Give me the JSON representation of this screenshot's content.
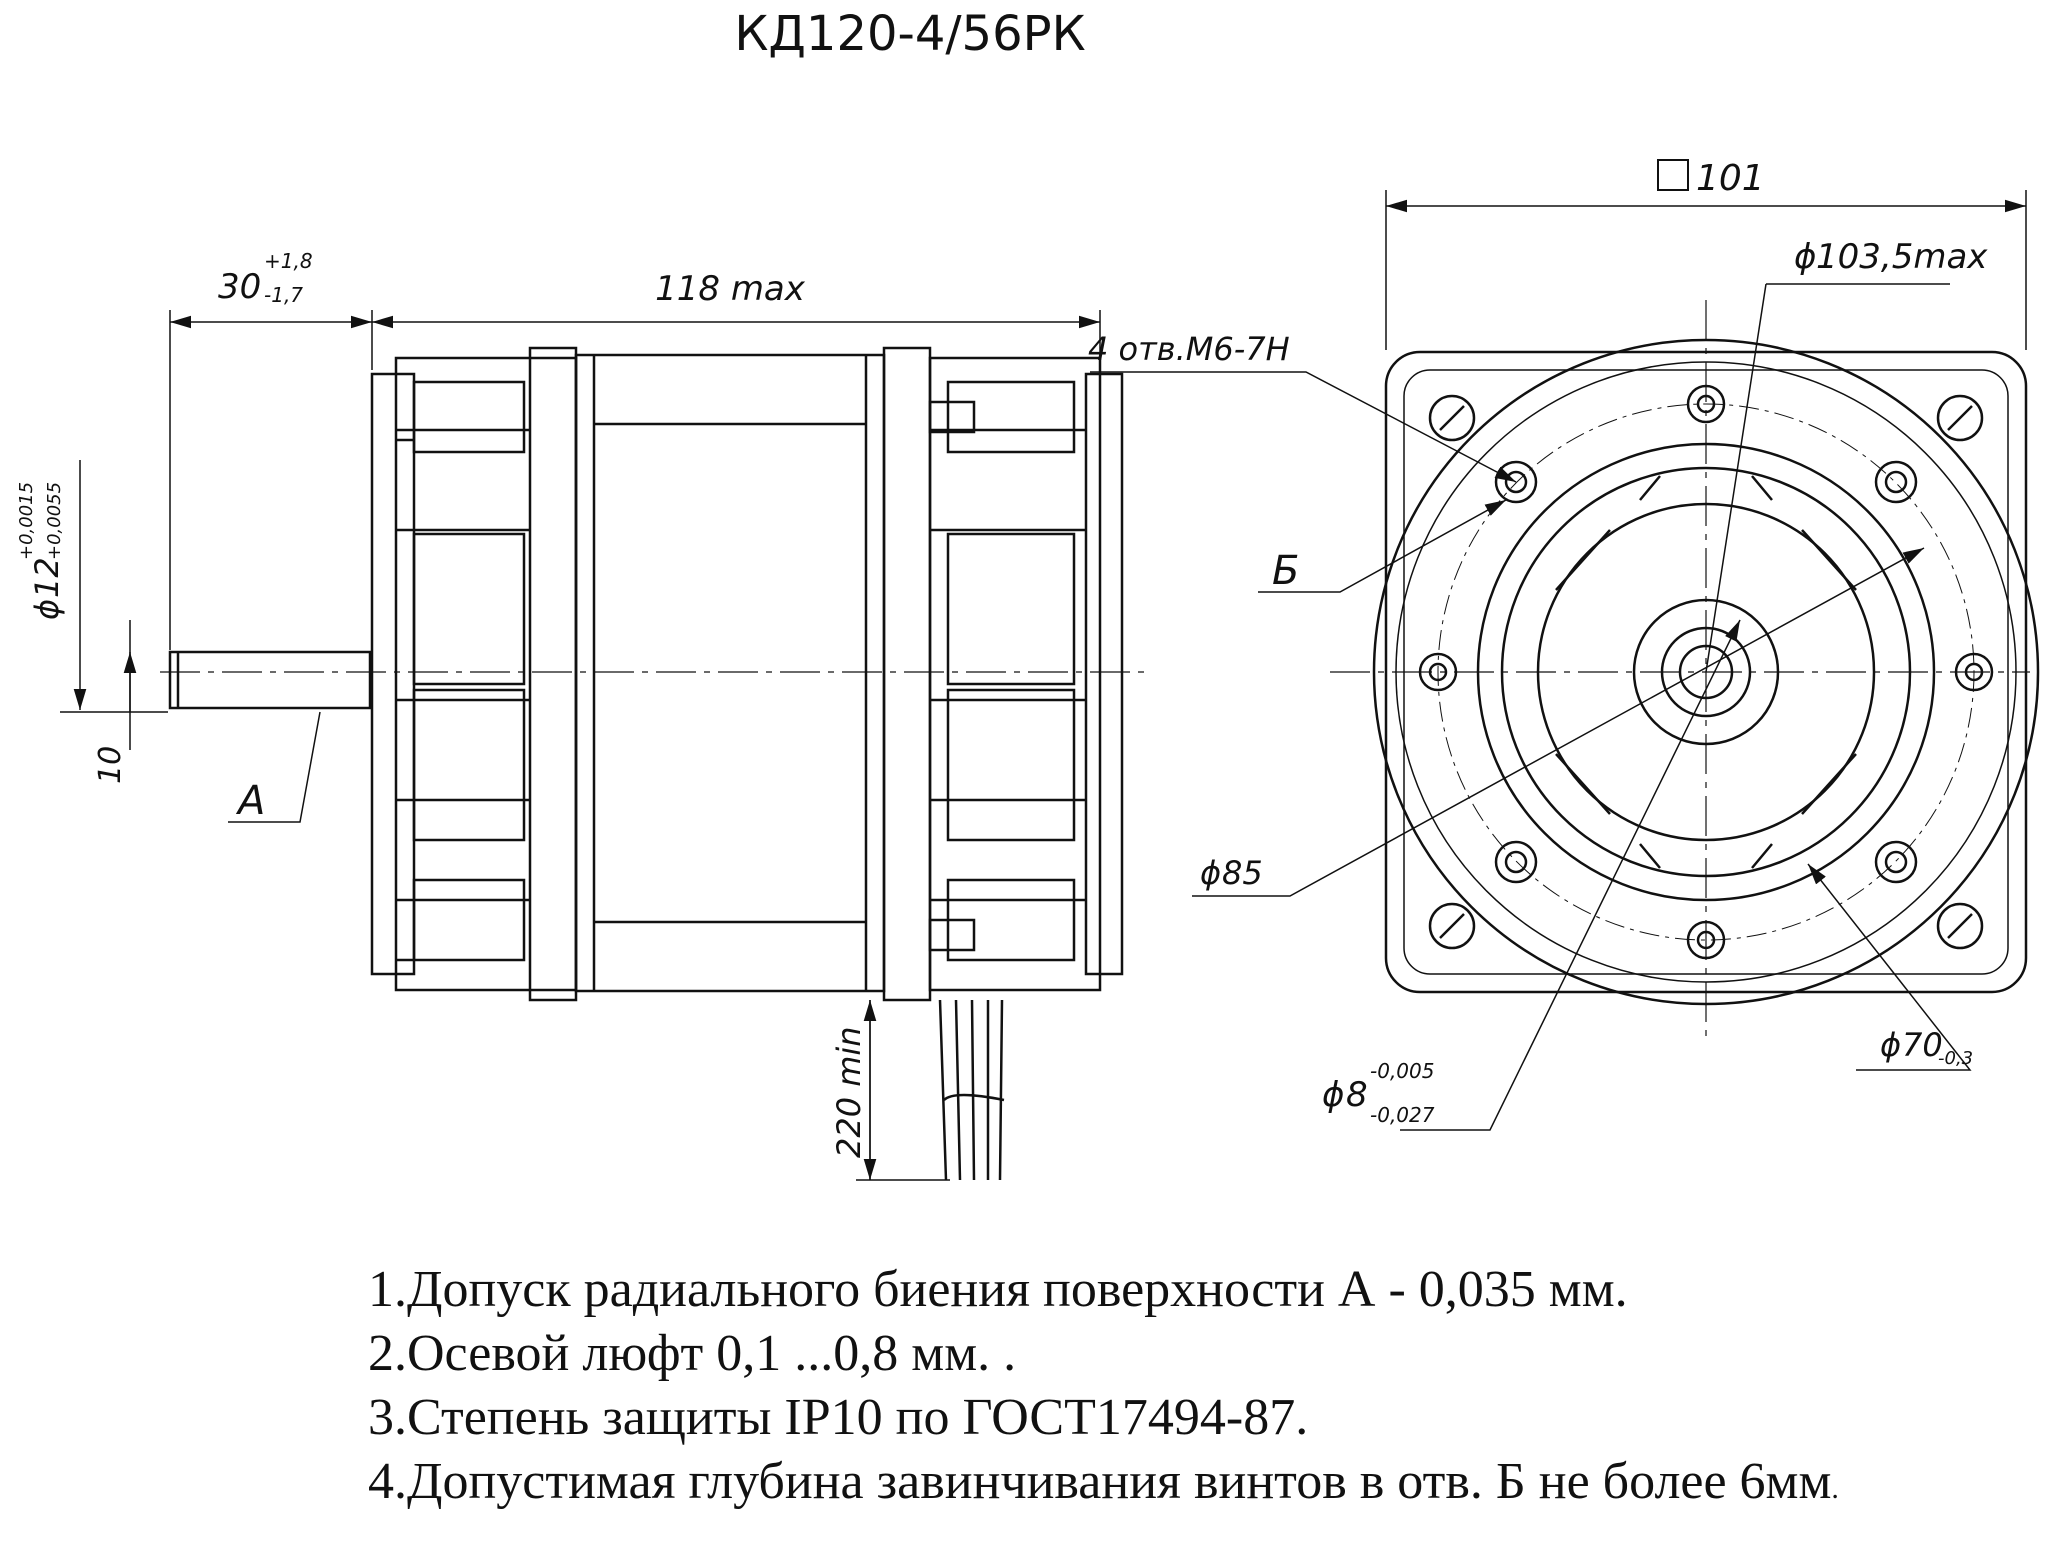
{
  "title": "КД120-4/56РК",
  "dimensions": {
    "square_size": "101",
    "outer_diameter": "103,5max",
    "shaft_extension": "30",
    "shaft_extension_tol_upper": "+1,8",
    "shaft_extension_tol_lower": "-1,7",
    "body_length": "118 max",
    "holes": "4 отв.М6-7Н",
    "shaft_diameter": "12",
    "shaft_tol_upper": "+0,0015",
    "shaft_tol_lower": "+0,0055",
    "flat_length": "10",
    "surface_label": "А",
    "hole_label": "Б",
    "bolt_circle": "85",
    "lead_length": "220 min",
    "spigot_diameter": "70",
    "spigot_tol": "-0,3",
    "inner_shaft_diameter": "8",
    "inner_shaft_tol_upper": "-0,005",
    "inner_shaft_tol_lower": "-0,027",
    "diameter_symbol": "ϕ"
  },
  "notes": [
    "1.Допуск радиального биения поверхности А - 0,035 мм.",
    "2.Осевой люфт 0,1 ...0,8 мм. .",
    "3.Степень защиты IP10 по ГОСТ17494-87.",
    "4.Допустимая глубина завинчивания винтов в отв. Б не более 6мм"
  ],
  "notes_trailing": "."
}
